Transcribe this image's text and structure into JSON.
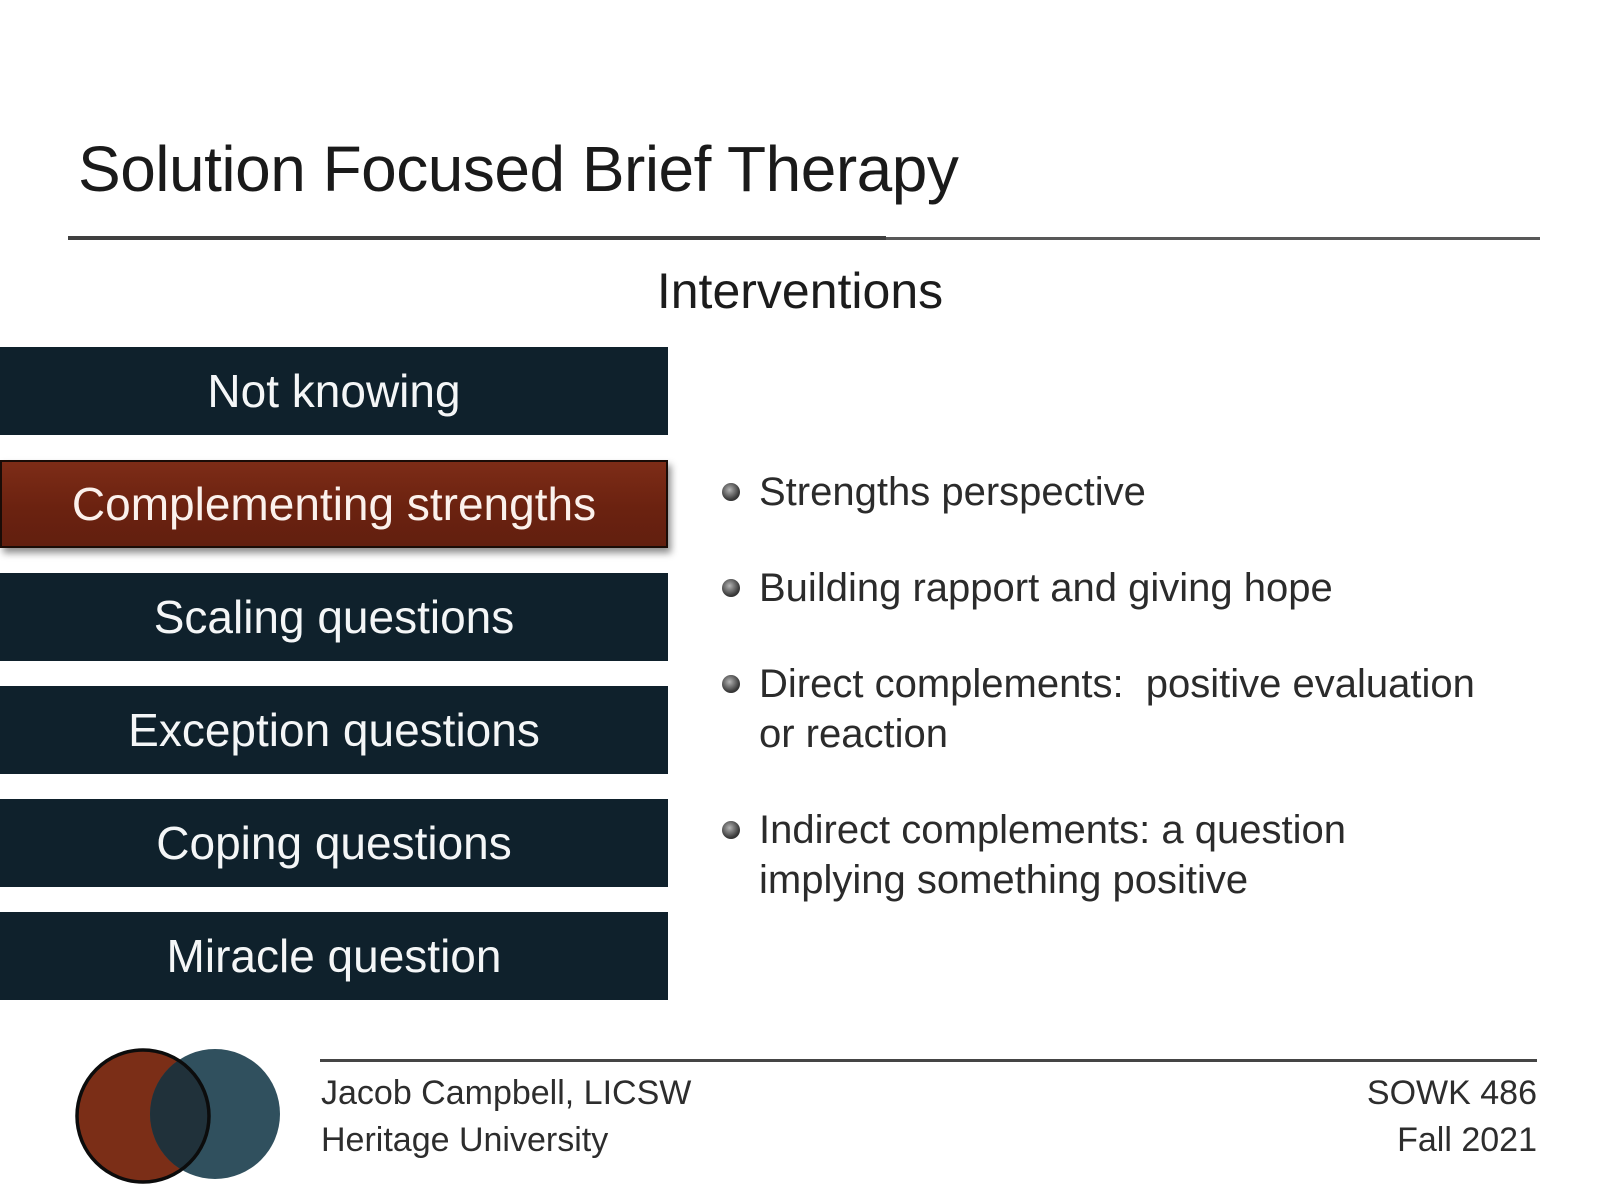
{
  "slide": {
    "title": "Solution Focused Brief Therapy",
    "subtitle": "Interventions",
    "interventions": [
      {
        "label": "Not knowing",
        "highlighted": false
      },
      {
        "label": "Complementing strengths",
        "highlighted": true
      },
      {
        "label": "Scaling questions",
        "highlighted": false
      },
      {
        "label": "Exception questions",
        "highlighted": false
      },
      {
        "label": "Coping questions",
        "highlighted": false
      },
      {
        "label": "Miracle question",
        "highlighted": false
      }
    ],
    "bullets": [
      "Strengths perspective",
      "Building rapport and giving hope",
      "Direct complements:  positive evaluation\nor reaction",
      "Indirect complements: a question\nimplying something positive"
    ],
    "footer": {
      "author": "Jacob Campbell, LICSW",
      "institution": "Heritage University",
      "course": "SOWK 486",
      "term": "Fall 2021"
    },
    "colors": {
      "bar_navy": "#0f212c",
      "bar_highlight_red": "#6b2210",
      "logo_maroon": "#7b2e17",
      "logo_teal": "#30505e",
      "logo_overlap": "#20313a"
    }
  }
}
